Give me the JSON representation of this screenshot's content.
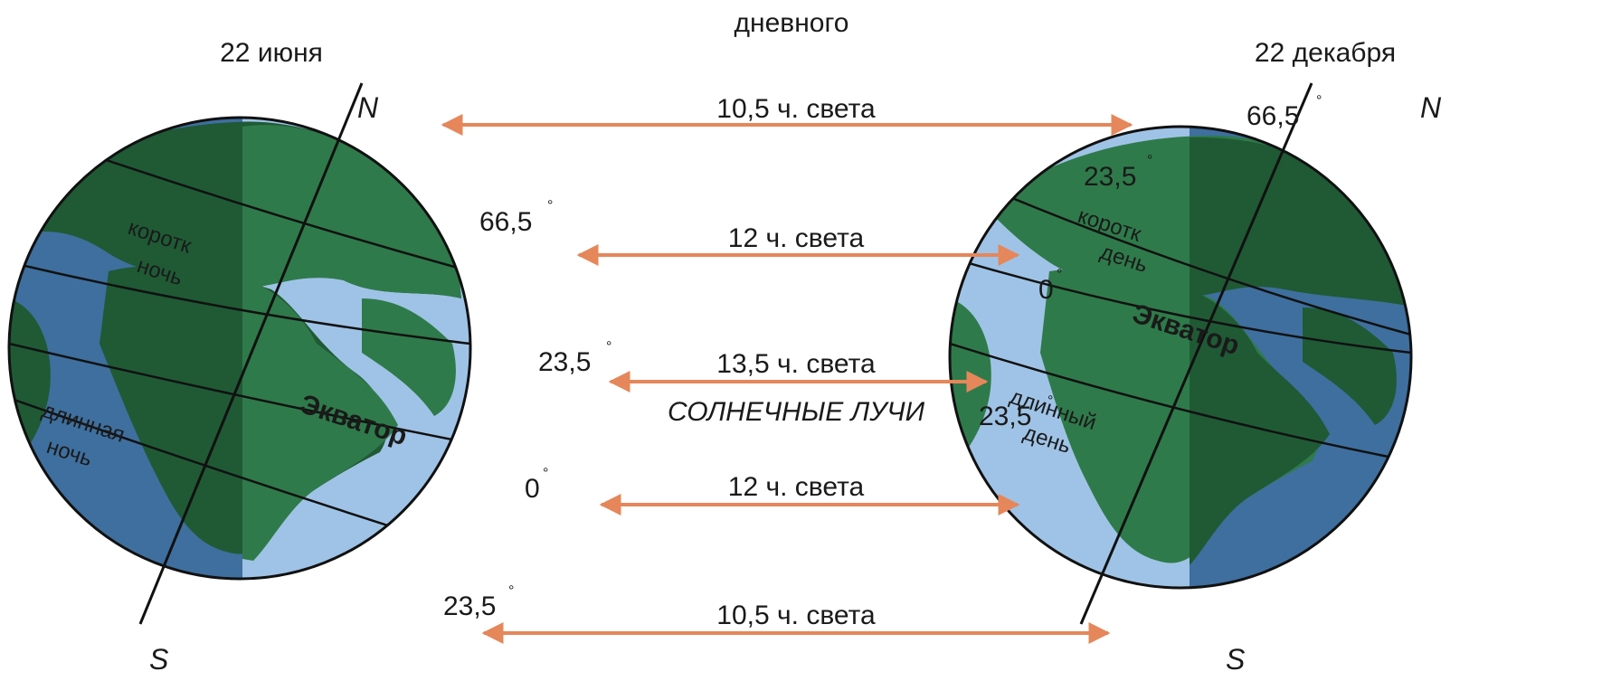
{
  "header": {
    "top_text": "дневного"
  },
  "dates": {
    "left": "22 июня",
    "right": "22 декабря"
  },
  "axis": {
    "north": "N",
    "south": "S"
  },
  "arrows": {
    "a1": "10,5 ч. света",
    "a2": "12 ч. света",
    "a3": "13,5 ч. света",
    "a4": "12 ч. света",
    "a5": "10,5 ч. света",
    "rays_caption": "СОЛНЕЧНЫЕ ЛУЧИ"
  },
  "left_globe": {
    "lat_665": "66,5",
    "lat_235_n": "23,5",
    "lat_0": "0",
    "lat_235_s": "23,5",
    "short_label_1": "коротк",
    "short_label_2": "ночь",
    "long_label_1": "длинная",
    "long_label_2": "ночь",
    "equator": "Экватор"
  },
  "right_globe": {
    "lat_665": "66,5",
    "lat_235_n": "23,5",
    "lat_0": "0",
    "lat_235_s": "23,5",
    "short_label_1": "коротк",
    "short_label_2": "день",
    "long_label_1": "длинный",
    "long_label_2": "день",
    "equator": "Экватор"
  },
  "colors": {
    "ocean_light": "#9fc3e6",
    "ocean_dark": "#3e6f9e",
    "land_light": "#2f7a4a",
    "land_dark": "#1f5a35",
    "arrow": "#e5875a"
  }
}
